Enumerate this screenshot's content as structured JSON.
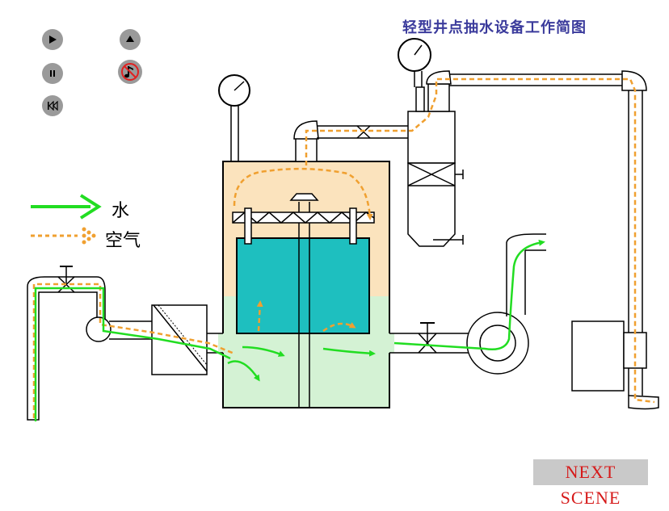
{
  "title": "轻型井点抽水设备工作简图",
  "controls": {
    "play_icon": "play-icon",
    "eject_icon": "eject-icon",
    "pause_icon": "pause-icon",
    "mute_icon": "music-muted-icon",
    "rewind_icon": "rewind-icon"
  },
  "legend": {
    "water_label": "水",
    "air_label": "空气"
  },
  "colors": {
    "water": "#22dd22",
    "air": "#f0a030",
    "tank_air": "#fbe3bd",
    "tank_water": "#d4f2d4",
    "separator": "#1ebfbf",
    "title": "#3b3b9c",
    "next_text": "#d61a1a"
  },
  "next_button": {
    "label": "NEXT SCENE"
  }
}
